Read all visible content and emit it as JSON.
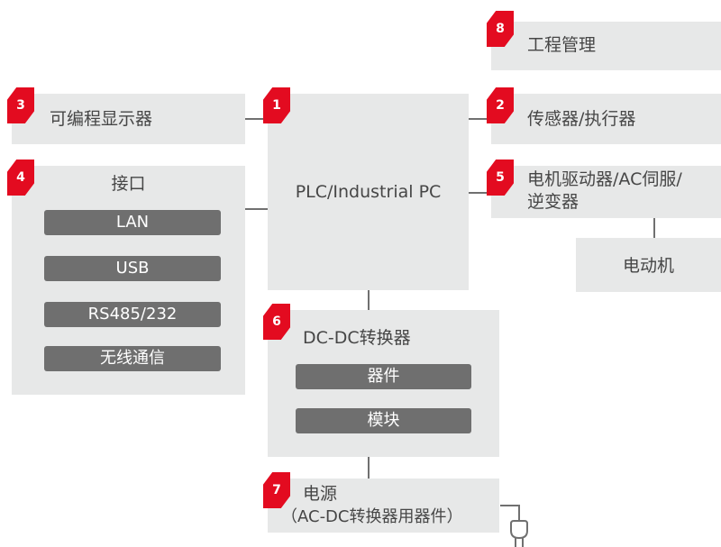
{
  "colors": {
    "box_fill": "#e7e8e8",
    "badge": "#e30b20",
    "pill": "#6f6f6f",
    "text": "#464646",
    "line": "#707070"
  },
  "blocks": {
    "plc": {
      "number": "1",
      "label": "PLC/Industrial PC"
    },
    "sensors": {
      "number": "2",
      "label": "传感器/执行器"
    },
    "display": {
      "number": "3",
      "label": "可编程显示器"
    },
    "interface": {
      "number": "4",
      "label": "接口",
      "items": [
        "LAN",
        "USB",
        "RS485/232",
        "无线通信"
      ]
    },
    "driver": {
      "number": "5",
      "label_line1": "电机驱动器/AC伺服/",
      "label_line2": "逆变器"
    },
    "motor": {
      "label": "电动机"
    },
    "dcdc": {
      "number": "6",
      "label": "DC-DC转换器",
      "items": [
        "器件",
        "模块"
      ]
    },
    "power": {
      "number": "7",
      "label_line1": "电源",
      "label_line2": "（AC-DC转换器用器件）"
    },
    "engineering": {
      "number": "8",
      "label": "工程管理"
    }
  },
  "icons": {
    "plug": "power-plug-icon"
  }
}
